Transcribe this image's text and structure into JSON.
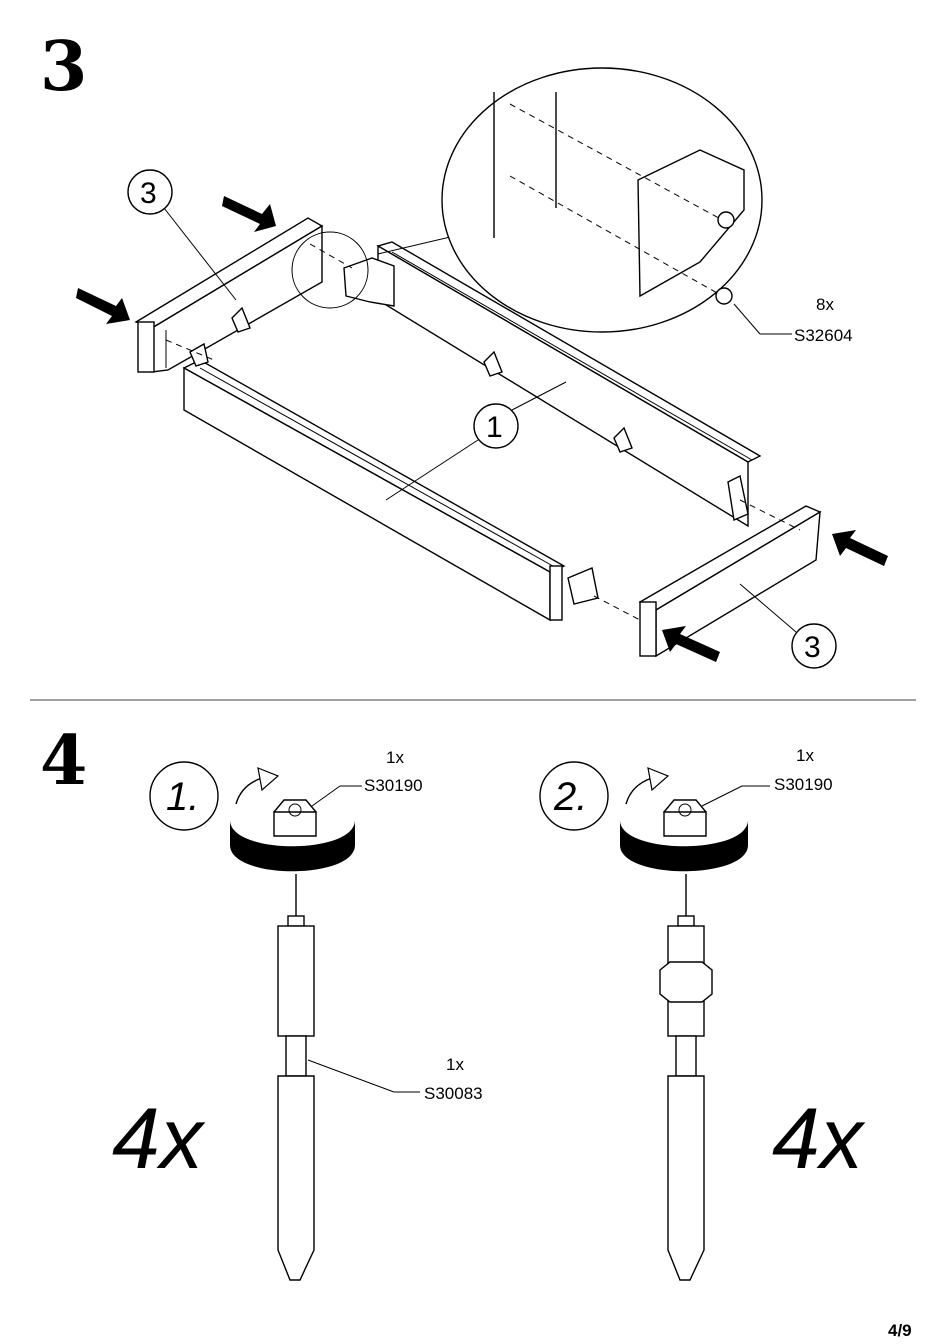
{
  "step3": {
    "number": "3",
    "part_labels": [
      "3",
      "1",
      "3"
    ],
    "screw_qty": "8x",
    "screw_code": "S32604"
  },
  "step4": {
    "number": "4",
    "substep1": {
      "index": "1.",
      "nut_qty": "1x",
      "nut_code": "S30190",
      "bolt_qty": "1x",
      "bolt_code": "S30083",
      "multiplier": "4x"
    },
    "substep2": {
      "index": "2.",
      "nut_qty": "1x",
      "nut_code": "S30190",
      "multiplier": "4x"
    }
  },
  "footer": {
    "page": "4/9"
  }
}
